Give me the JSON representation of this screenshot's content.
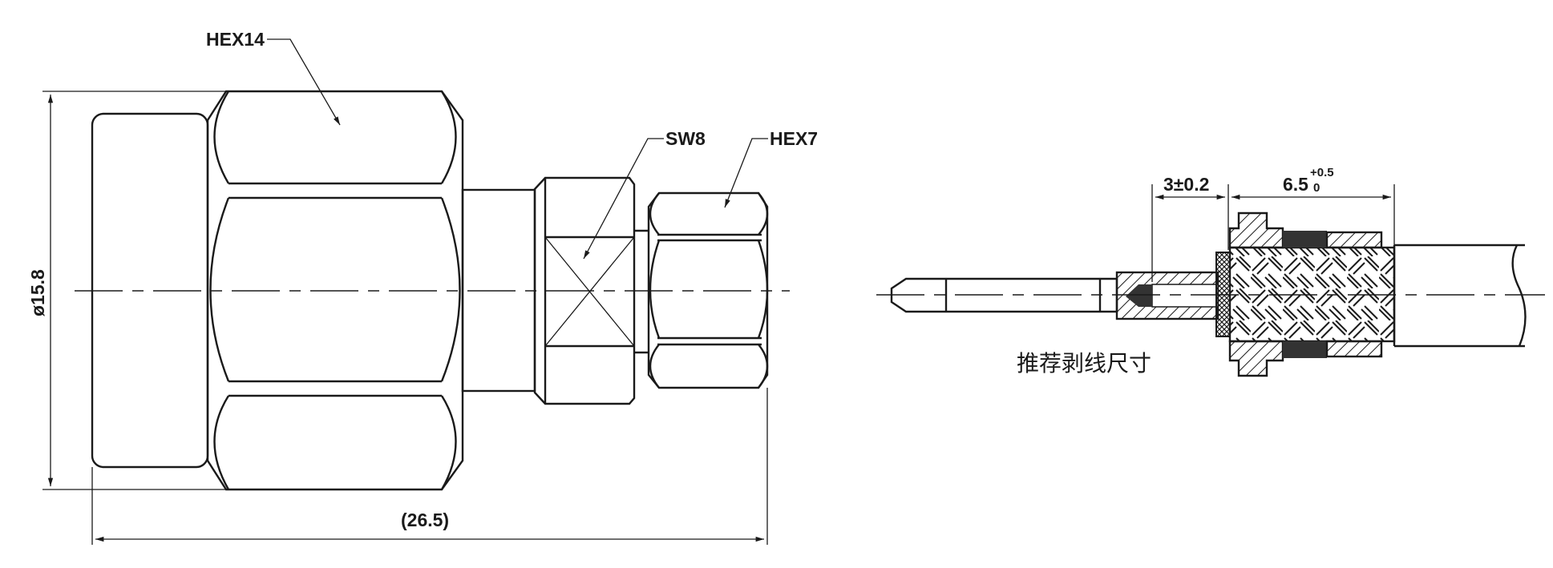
{
  "left_view": {
    "labels": {
      "hex14": "HEX14",
      "sw8": "SW8",
      "hex7": "HEX7"
    },
    "dimensions": {
      "diameter": "ø15.8",
      "length": "(26.5)"
    }
  },
  "right_view": {
    "dimensions": {
      "strip_pin": "3±0.2",
      "strip_jacket": "6.5",
      "tol_upper": "+0.5",
      "tol_lower": "0"
    },
    "caption": "推荐剥线尺寸"
  }
}
